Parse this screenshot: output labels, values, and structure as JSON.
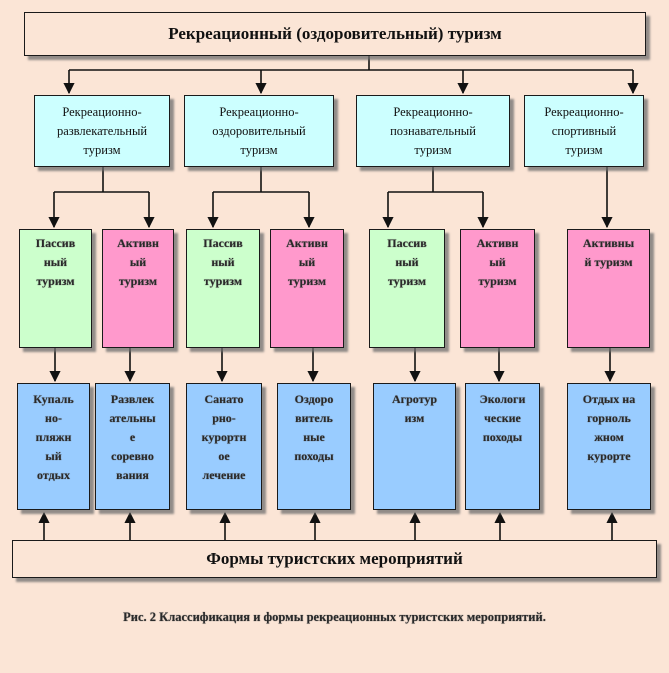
{
  "diagram": {
    "title": "Рекреационный (оздоровительный) туризм",
    "categories": [
      {
        "label": "Рекреационно-\nразвлекательный\nтуризм"
      },
      {
        "label": "Рекреационно-\nоздоровительный\nтуризм"
      },
      {
        "label": "Рекреационно-\nпознавательный\nтуризм"
      },
      {
        "label": "Рекреационно-\nспортивный\nтуризм"
      }
    ],
    "modes": [
      {
        "label": "Пассив\nный\nтуризм",
        "kind": "passive",
        "category": 0
      },
      {
        "label": "Активн\nый\nтуризм",
        "kind": "active",
        "category": 0
      },
      {
        "label": "Пассив\nный\nтуризм",
        "kind": "passive",
        "category": 1
      },
      {
        "label": "Активн\nый\nтуризм",
        "kind": "active",
        "category": 1
      },
      {
        "label": "Пассив\nный\nтуризм",
        "kind": "passive",
        "category": 2
      },
      {
        "label": "Активн\nый\nтуризм",
        "kind": "active",
        "category": 2
      },
      {
        "label": "Активны\nй туризм",
        "kind": "active",
        "category": 3
      }
    ],
    "forms": [
      {
        "label": "Купаль\nно-\nпляжн\nый\nотдых"
      },
      {
        "label": "Развлек\nательны\nе\nсоревно\nвания"
      },
      {
        "label": "Санато\nрно-\nкурортн\nое\nлечение"
      },
      {
        "label": "Оздоро\nвитель\nные\nпоходы"
      },
      {
        "label": "Агротур\nизм"
      },
      {
        "label": "Экологи\nческие\nпоходы"
      },
      {
        "label": "Отдых на\nгорноль\nжном\nкурорте"
      }
    ],
    "forms_title": "Формы туристских мероприятий",
    "caption": "Рис. 2 Классификация и формы рекреационных туристских мероприятий."
  },
  "colors": {
    "background": "#fbe5d6",
    "category": "#ccffff",
    "passive": "#ccffcc",
    "active": "#ff99cc",
    "form": "#99ccff"
  }
}
